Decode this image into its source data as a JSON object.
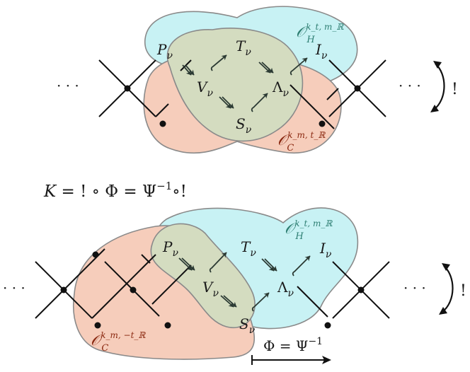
{
  "colors": {
    "blob_cyan": "#c8f2f4",
    "blob_salmon": "#f6cdbb",
    "blob_olive": "#d4dcc0",
    "outline": "#8a8a8a",
    "label_teal": "#2f7f73",
    "label_brown": "#8b2a12",
    "ink": "#111111"
  },
  "top": {
    "P": {
      "base": "P",
      "sub": "ν"
    },
    "T": {
      "base": "T",
      "sub": "ν"
    },
    "I": {
      "base": "I",
      "sub": "ν"
    },
    "V": {
      "base": "V",
      "sub": "ν"
    },
    "Lambda": {
      "base": "Λ",
      "sub": "ν"
    },
    "S": {
      "base": "S",
      "sub": "ν"
    },
    "OH": {
      "base": "𝒪",
      "sub": "H",
      "sup": "k_t, m_ℝ"
    },
    "OC": {
      "base": "𝒪",
      "sub": "C",
      "sup": "k_m, t_ℝ"
    },
    "dots_left": "· · ·",
    "dots_right": "· · ·",
    "bang": "!"
  },
  "middle_equation": {
    "lhs": "K = ",
    "bang1": "!",
    "circ1": " ∘ ",
    "phi": "Φ",
    "eq": " = ",
    "psi": "Ψ",
    "sup": "−1",
    "circ2": "∘",
    "bang2": "!"
  },
  "bottom": {
    "P": {
      "base": "P",
      "sub": "ν"
    },
    "T": {
      "base": "T",
      "sub": "ν"
    },
    "I": {
      "base": "I",
      "sub": "ν"
    },
    "V": {
      "base": "V",
      "sub": "ν"
    },
    "Lambda": {
      "base": "Λ",
      "sub": "ν"
    },
    "S": {
      "base": "S",
      "sub": "ν"
    },
    "OH": {
      "base": "𝒪",
      "sub": "H",
      "sup": "k_t, m_ℝ"
    },
    "OC": {
      "base": "𝒪",
      "sub": "C",
      "sup": "k_m, −t_ℝ"
    },
    "dots_left": "· · ·",
    "dots_right": "· · ·",
    "bang": "!",
    "shift_label": {
      "phi": "Φ",
      "eq": " = ",
      "psi": "Ψ",
      "sup": "−1"
    }
  }
}
